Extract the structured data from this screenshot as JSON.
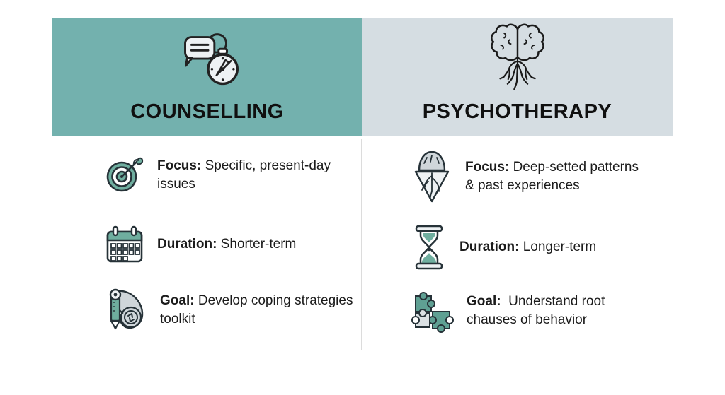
{
  "page": {
    "background": "#ffffff"
  },
  "colors": {
    "tealHeader": "#73b1ae",
    "grayHeader": "#d5dde2",
    "divider": "#dcdcdc",
    "text": "#1b1b1b",
    "iconTeal": "#6fae9f",
    "iconTealDark": "#5fa093",
    "iconGray": "#cfd6da",
    "outline": "#263238"
  },
  "columns": [
    {
      "id": "counselling",
      "title": "COUNSELLING",
      "header_icon": "chat-stopwatch-icon",
      "rows": [
        {
          "icon": "target-icon",
          "label": "Focus:",
          "line1": "Specific, present-day",
          "line2": "issues"
        },
        {
          "icon": "calendar-icon",
          "label": "Duration:",
          "line1": "Shorter-term",
          "line2": ""
        },
        {
          "icon": "toolkit-icon",
          "label": "Goal:",
          "line1": "Develop coping strategies",
          "line2": "toolkit"
        }
      ]
    },
    {
      "id": "psychotherapy",
      "title": "PSYCHOTHERAPY",
      "header_icon": "brain-roots-icon",
      "rows": [
        {
          "icon": "iceberg-roots-icon",
          "label": "Focus:",
          "line1": "Deep-setted patterns",
          "line2": "& past experiences"
        },
        {
          "icon": "hourglass-icon",
          "label": "Duration:",
          "line1": "Longer-term",
          "line2": ""
        },
        {
          "icon": "puzzle-icon",
          "label": "Goal:",
          "line1": "Understand root",
          "line2": "chauses of behavior"
        }
      ]
    }
  ]
}
